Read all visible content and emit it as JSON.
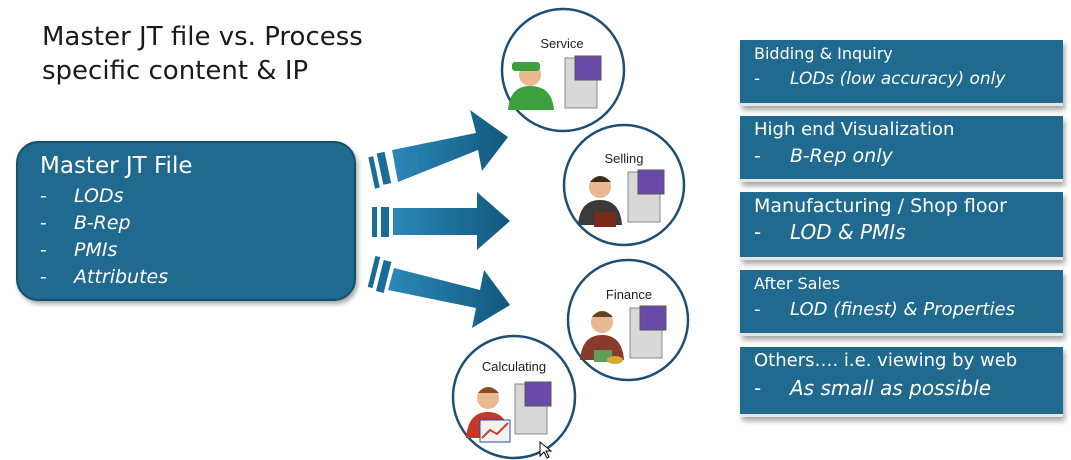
{
  "title": {
    "line1": "Master JT file vs. Process",
    "line2": "specific content & IP"
  },
  "master": {
    "title": "Master JT File",
    "items": [
      "LODs",
      "B-Rep",
      "PMIs",
      "Attributes"
    ]
  },
  "roles": [
    {
      "label": "Service",
      "icon": "mechanic-worker-icon"
    },
    {
      "label": "Selling",
      "icon": "salesman-icon"
    },
    {
      "label": "Finance",
      "icon": "finance-clerk-icon"
    },
    {
      "label": "Calculating",
      "icon": "analyst-icon"
    }
  ],
  "cards": [
    {
      "title": "Bidding & Inquiry",
      "item": "LODs (low accuracy) only"
    },
    {
      "title": "High end Visualization",
      "item": "B-Rep only"
    },
    {
      "title": "Manufacturing / Shop floor",
      "item": "LOD & PMIs"
    },
    {
      "title": "After Sales",
      "item": "LOD (finest) & Properties"
    },
    {
      "title": "Others…. i.e. viewing by web",
      "item": "As small as possible"
    }
  ],
  "colors": {
    "box_fill": "#1f6a8e",
    "box_border": "#164f6b",
    "arrow_fill": "#1a6d98",
    "circle_stroke": "#1e4f73"
  }
}
